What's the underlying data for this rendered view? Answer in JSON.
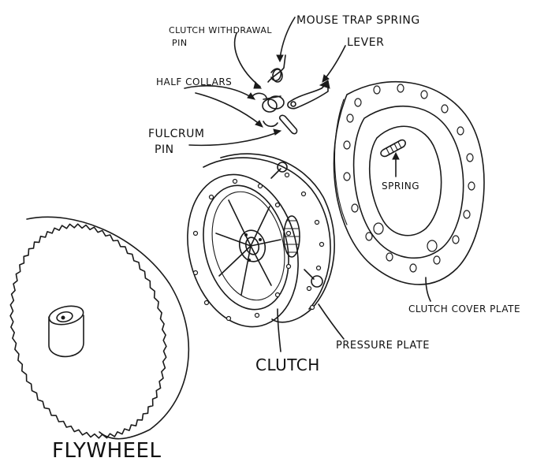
{
  "diagram": {
    "labels": {
      "clutch_withdrawal_pin_line1": "CLUTCH WITHDRAWAL",
      "clutch_withdrawal_pin_line2": "PIN",
      "mouse_trap_spring": "MOUSE TRAP SPRING",
      "lever": "LEVER",
      "half_collars": "HALF COLLARS",
      "fulcrum_pin_line1": "FULCRUM",
      "fulcrum_pin_line2": "PIN",
      "spring": "SPRING",
      "clutch_cover_plate": "CLUTCH COVER PLATE",
      "pressure_plate": "PRESSURE PLATE",
      "clutch": "CLUTCH",
      "flywheel": "FLYWHEEL"
    },
    "colors": {
      "ink": "#1a1a1a",
      "paper": "#ffffff"
    }
  }
}
